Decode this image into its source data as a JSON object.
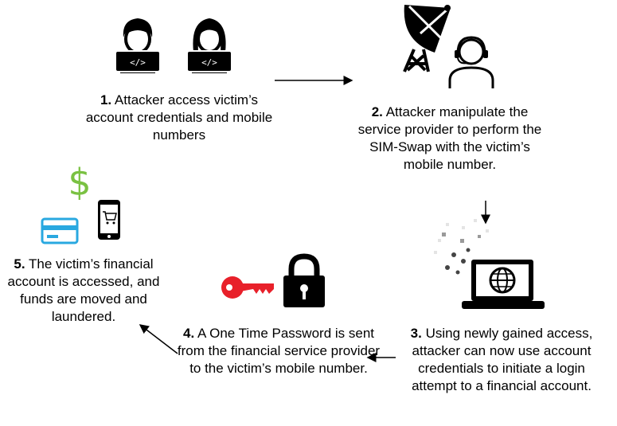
{
  "steps": [
    {
      "num": "1.",
      "text": "Attacker access victim’s account credentials and mobile numbers"
    },
    {
      "num": "2.",
      "text": "Attacker manipulate the service provider to perform the SIM-Swap with the victim’s mobile number."
    },
    {
      "num": "3.",
      "text": "Using newly gained access, attacker can now use account credentials to initiate a login attempt to a financial account."
    },
    {
      "num": "4.",
      "text": "A One Time Password is sent from the financial service provider to the victim’s mobile number."
    },
    {
      "num": "5.",
      "text": "The victim’s financial account is accessed, and funds are moved and laundered."
    }
  ],
  "icons": {
    "hacker": "hacker-icon",
    "satellite": "satellite-dish-icon",
    "operator": "call-center-operator-icon",
    "laptop": "laptop-globe-icon",
    "key": "key-icon",
    "lock": "padlock-icon",
    "dollar": "dollar-sign-icon",
    "card": "credit-card-icon",
    "phone": "phone-cart-icon"
  },
  "colors": {
    "key": "#e8202a",
    "dollar": "#7ac142",
    "card": "#29a8e0",
    "dark": "#000000"
  }
}
